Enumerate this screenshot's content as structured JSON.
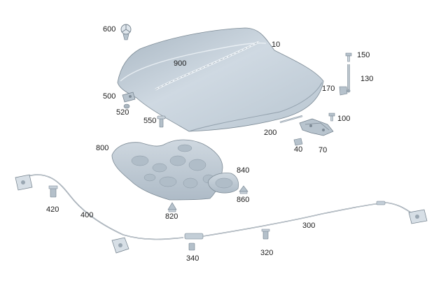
{
  "diagram": {
    "callouts": {
      "c10": "10",
      "c40": "40",
      "c70": "70",
      "c100": "100",
      "c130": "130",
      "c150": "150",
      "c170": "170",
      "c200": "200",
      "c300": "300",
      "c320": "320",
      "c340": "340",
      "c400": "400",
      "c420": "420",
      "c500": "500",
      "c520": "520",
      "c550": "550",
      "c600": "600",
      "c800": "800",
      "c820": "820",
      "c840": "840",
      "c860": "860",
      "c900": "900"
    },
    "colors": {
      "part_fill": "#c5d0da",
      "part_light": "#dde5ec",
      "part_dark": "#9aa8b5",
      "outline": "#6f7d89",
      "cable": "#8f9aa4"
    }
  }
}
